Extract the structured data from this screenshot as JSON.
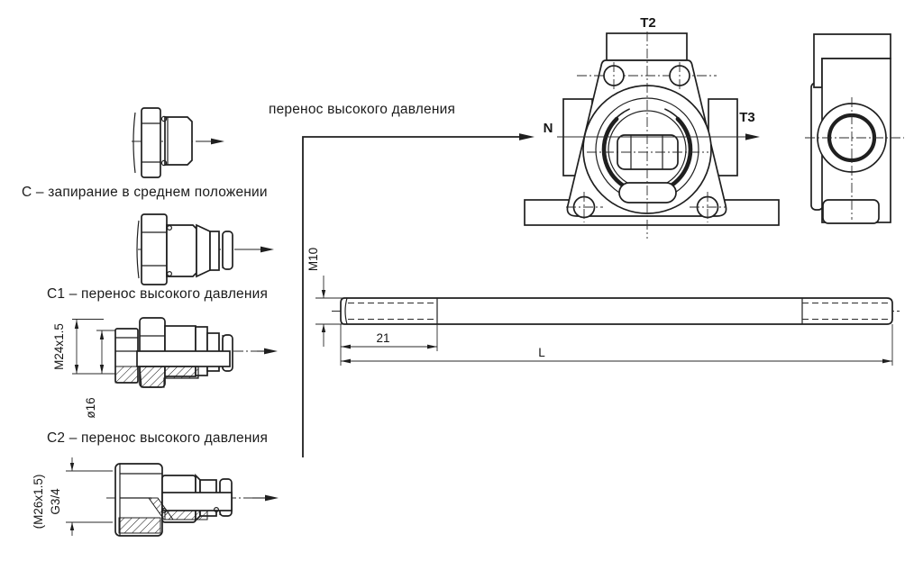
{
  "annotations": {
    "transfer_note": "перенос высокого давления",
    "variant_c": "C – запирание в среднем положении",
    "variant_c1": "C1 – перенос высокого давления",
    "variant_c2": "C2 – перенос высокого давления"
  },
  "valve_ports": {
    "top": "T2",
    "left": "N",
    "right": "T3"
  },
  "rod_dimensions": {
    "thread": "M10",
    "thread_length": "21",
    "overall_length": "L"
  },
  "fitting_c2_dimensions": {
    "thread": "M24x1.5",
    "diameter": "ø16"
  },
  "fitting_bottom_dimensions": {
    "thread": "(M26x1.5)",
    "pipe_thread": "G3/4"
  },
  "colors": {
    "line": "#1f1f1f",
    "background": "#ffffff"
  }
}
